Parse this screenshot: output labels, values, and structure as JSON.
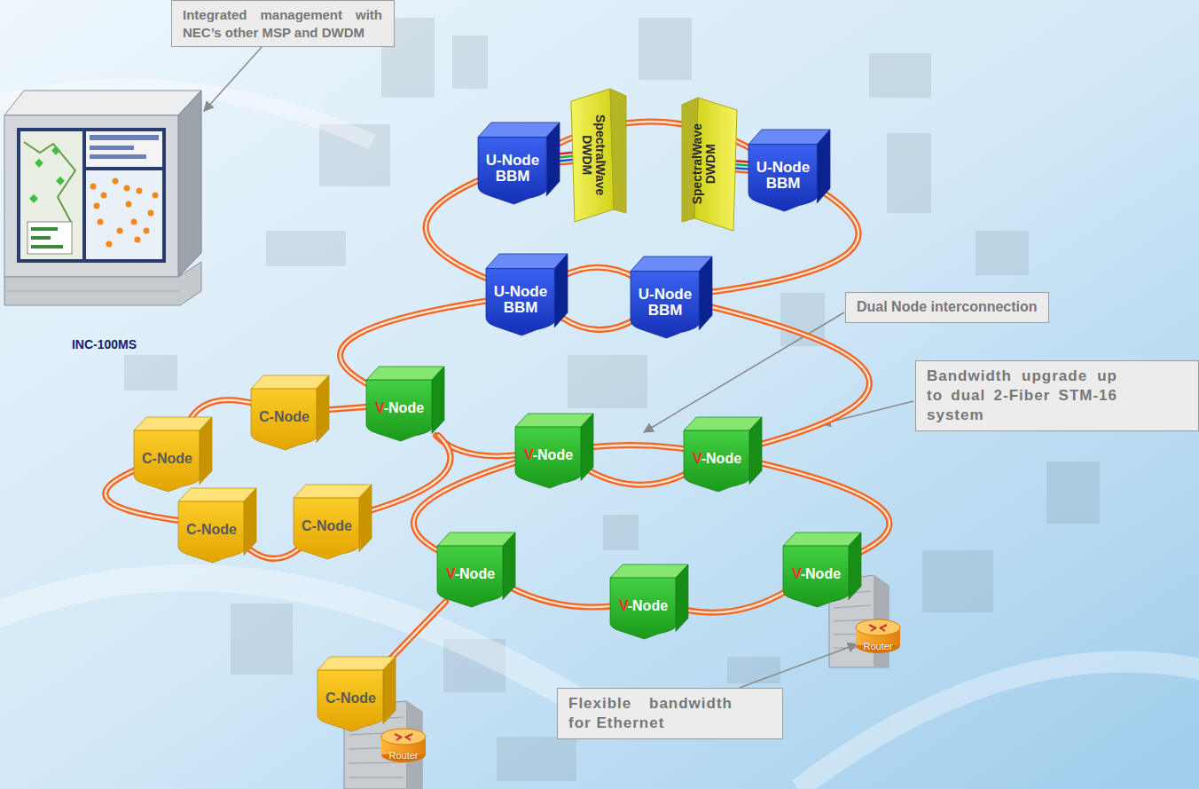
{
  "diagram": {
    "nodes": [
      {
        "text": [
          "Integrated management with NEC’s other MSP and DWDM"
        ]
      },
      {
        "text": [
          "INC-100MS"
        ]
      },
      {
        "text": [
          "U-Node BBM"
        ]
      },
      {
        "text": [
          "SpectralWave DWDM"
        ]
      },
      {
        "text": [
          "SpectralWave DWDM"
        ]
      },
      {
        "text": [
          "U-Node BBM"
        ]
      },
      {
        "text": [
          "U-Node BBM"
        ]
      },
      {
        "text": [
          "U-Node BBM"
        ]
      },
      {
        "text": [
          "C-Node"
        ]
      },
      {
        "text": [
          "V-Node"
        ]
      },
      {
        "text": [
          "C-Node"
        ]
      },
      {
        "text": [
          "C-Node"
        ]
      },
      {
        "text": [
          "C-Node"
        ]
      },
      {
        "text": [
          "V-Node"
        ]
      },
      {
        "text": [
          "V-Node"
        ]
      },
      {
        "text": [
          "Dual Node interconnection"
        ]
      },
      {
        "text": [
          "Bandwidth upgrade up to dual 2-Fiber STM-16 system"
        ]
      },
      {
        "text": [
          "V-Node"
        ]
      },
      {
        "text": [
          "V-Node"
        ]
      },
      {
        "text": [
          "V-Node"
        ]
      },
      {
        "text": [
          "Router"
        ]
      },
      {
        "text": [
          "C-Node"
        ]
      },
      {
        "text": [
          "Router"
        ]
      },
      {
        "text": [
          "Flexible bandwidth for Ethernet"
        ]
      }
    ],
    "edges": [
      {
        "from": 0,
        "to": 1,
        "arrow": "to"
      },
      {
        "from": 2,
        "to": 3,
        "arrow": "none"
      },
      {
        "from": 4,
        "to": 5,
        "arrow": "none"
      },
      {
        "from": 2,
        "to": 5,
        "arrow": "none"
      },
      {
        "from": 5,
        "to": 7,
        "arrow": "none"
      },
      {
        "from": 7,
        "to": 6,
        "arrow": "none"
      },
      {
        "from": 6,
        "to": 2,
        "arrow": "none"
      },
      {
        "from": 6,
        "to": 7,
        "arrow": "none"
      },
      {
        "from": 6,
        "to": 9,
        "arrow": "none"
      },
      {
        "from": 7,
        "to": 14,
        "arrow": "none"
      },
      {
        "from": 9,
        "to": 13,
        "arrow": "none"
      },
      {
        "from": 13,
        "to": 14,
        "arrow": "none"
      },
      {
        "from": 13,
        "to": 14,
        "arrow": "none"
      },
      {
        "from": 10,
        "to": 8,
        "arrow": "none"
      },
      {
        "from": 8,
        "to": 9,
        "arrow": "none"
      },
      {
        "from": 9,
        "to": 12,
        "arrow": "none"
      },
      {
        "from": 12,
        "to": 11,
        "arrow": "none"
      },
      {
        "from": 11,
        "to": 10,
        "arrow": "none"
      },
      {
        "from": 13,
        "to": 17,
        "arrow": "none"
      },
      {
        "from": 14,
        "to": 19,
        "arrow": "none"
      },
      {
        "from": 17,
        "to": 18,
        "arrow": "none"
      },
      {
        "from": 18,
        "to": 19,
        "arrow": "none"
      },
      {
        "from": 17,
        "to": 21,
        "arrow": "none"
      },
      {
        "from": 23,
        "to": 20,
        "arrow": "to"
      }
    ]
  }
}
